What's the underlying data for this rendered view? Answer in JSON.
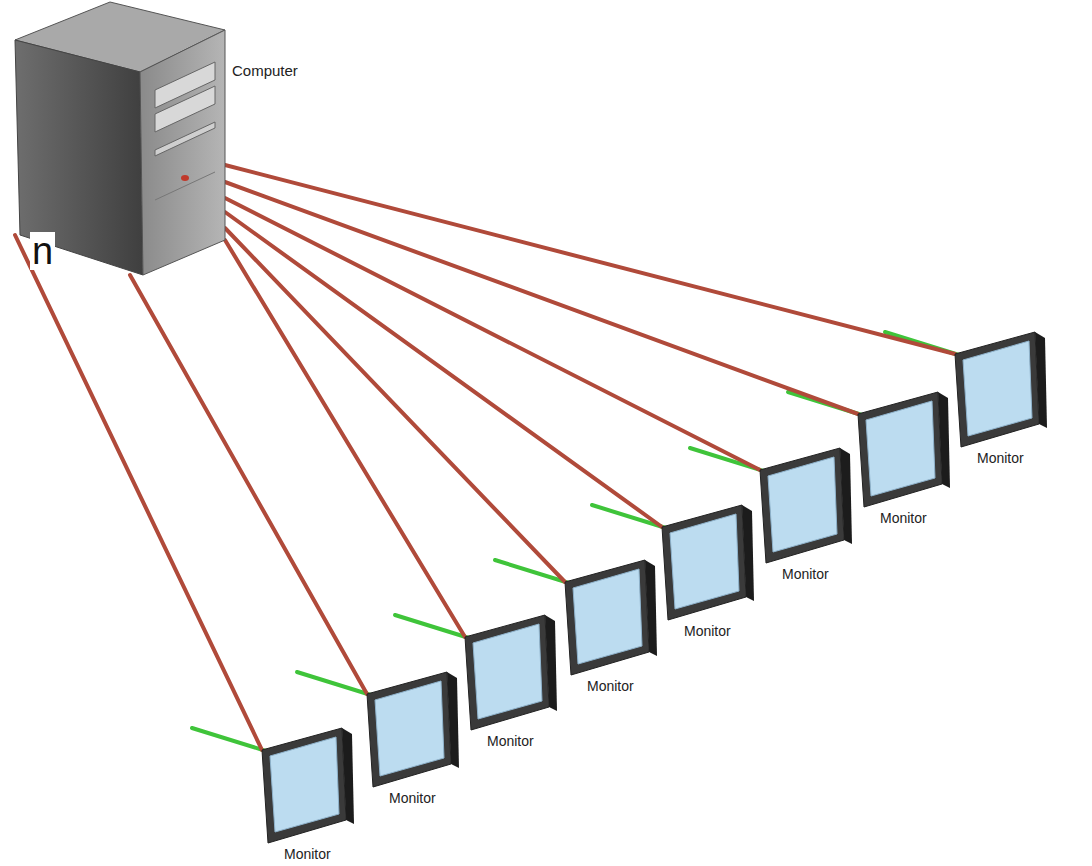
{
  "diagram": {
    "nodes": [
      {
        "text": [
          "Computer"
        ]
      },
      {
        "text": [
          "Monitor"
        ]
      },
      {
        "text": [
          "Monitor"
        ]
      },
      {
        "text": [
          "Monitor"
        ]
      },
      {
        "text": [
          "Monitor"
        ]
      },
      {
        "text": [
          "Monitor"
        ]
      },
      {
        "text": [
          "Monitor"
        ]
      },
      {
        "text": [
          "Monitor"
        ]
      },
      {
        "text": [
          "Monitor"
        ]
      }
    ],
    "edges": [
      {
        "from": 0,
        "to": 1,
        "arrow": "none"
      },
      {
        "from": 0,
        "to": 2,
        "arrow": "none"
      },
      {
        "from": 0,
        "to": 3,
        "arrow": "none"
      },
      {
        "from": 0,
        "to": 4,
        "arrow": "none"
      },
      {
        "from": 0,
        "to": 5,
        "arrow": "none"
      },
      {
        "from": 0,
        "to": 6,
        "arrow": "none"
      },
      {
        "from": 0,
        "to": 7,
        "arrow": "none"
      },
      {
        "from": 0,
        "to": 8,
        "arrow": "none"
      }
    ],
    "labels": [
      "n"
    ]
  }
}
